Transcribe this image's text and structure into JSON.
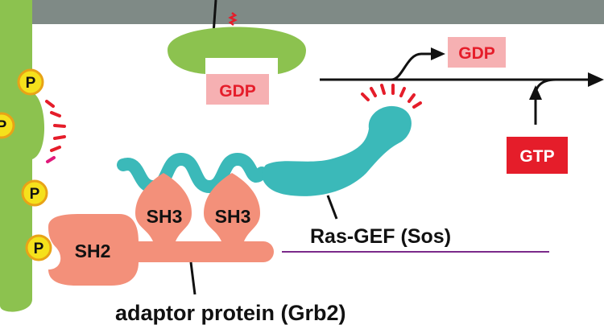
{
  "colors": {
    "membrane": "#7f8a86",
    "receptor": "#8cc24f",
    "phosphate_fill": "#f5e11c",
    "phosphate_border": "#e8a317",
    "ras": "#8cc24f",
    "gdp_box": "#f6b0b2",
    "gdp_text": "#e51d2a",
    "gtp_box": "#e51d2a",
    "gtp_text": "#ffffff",
    "adaptor": "#f3907a",
    "sos": "#3bb9b9",
    "activation_marks": "#e51d2a",
    "divider": "#7b2a8a",
    "arrow": "#111111"
  },
  "phosphates": [
    "P",
    "P",
    "P",
    "P"
  ],
  "ras": {
    "bound_nucleotide": "GDP"
  },
  "exchange": {
    "released": "GDP",
    "incoming": "GTP"
  },
  "adaptor": {
    "domains": [
      "SH3",
      "SH3",
      "SH2"
    ],
    "label": "adaptor protein (Grb2)"
  },
  "sos": {
    "label": "Ras-GEF (Sos)"
  }
}
